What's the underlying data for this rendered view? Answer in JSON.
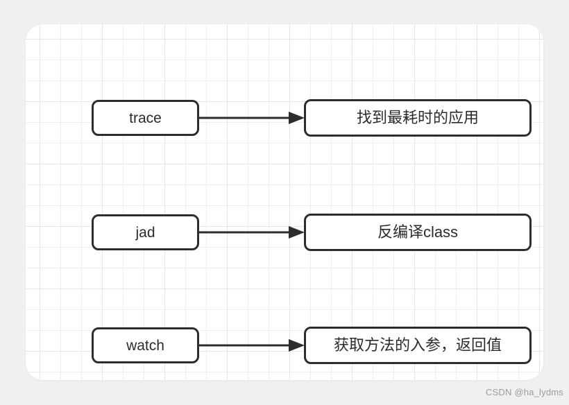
{
  "canvas": {
    "background_color": "#ffffff",
    "grid_minor_color": "#efefef",
    "grid_major_color": "#e4e4e4",
    "page_background_color": "#f0f0f2"
  },
  "diagram": {
    "stroke_color": "#2d2d2d",
    "text_color": "#2b2b2b",
    "rows": [
      {
        "command": "trace",
        "description": "找到最耗时的应用"
      },
      {
        "command": "jad",
        "description": "反编译class"
      },
      {
        "command": "watch",
        "description": "获取方法的入参，返回值"
      }
    ]
  },
  "watermark": {
    "text": "CSDN @ha_lydms",
    "color": "#9b9b9b"
  }
}
